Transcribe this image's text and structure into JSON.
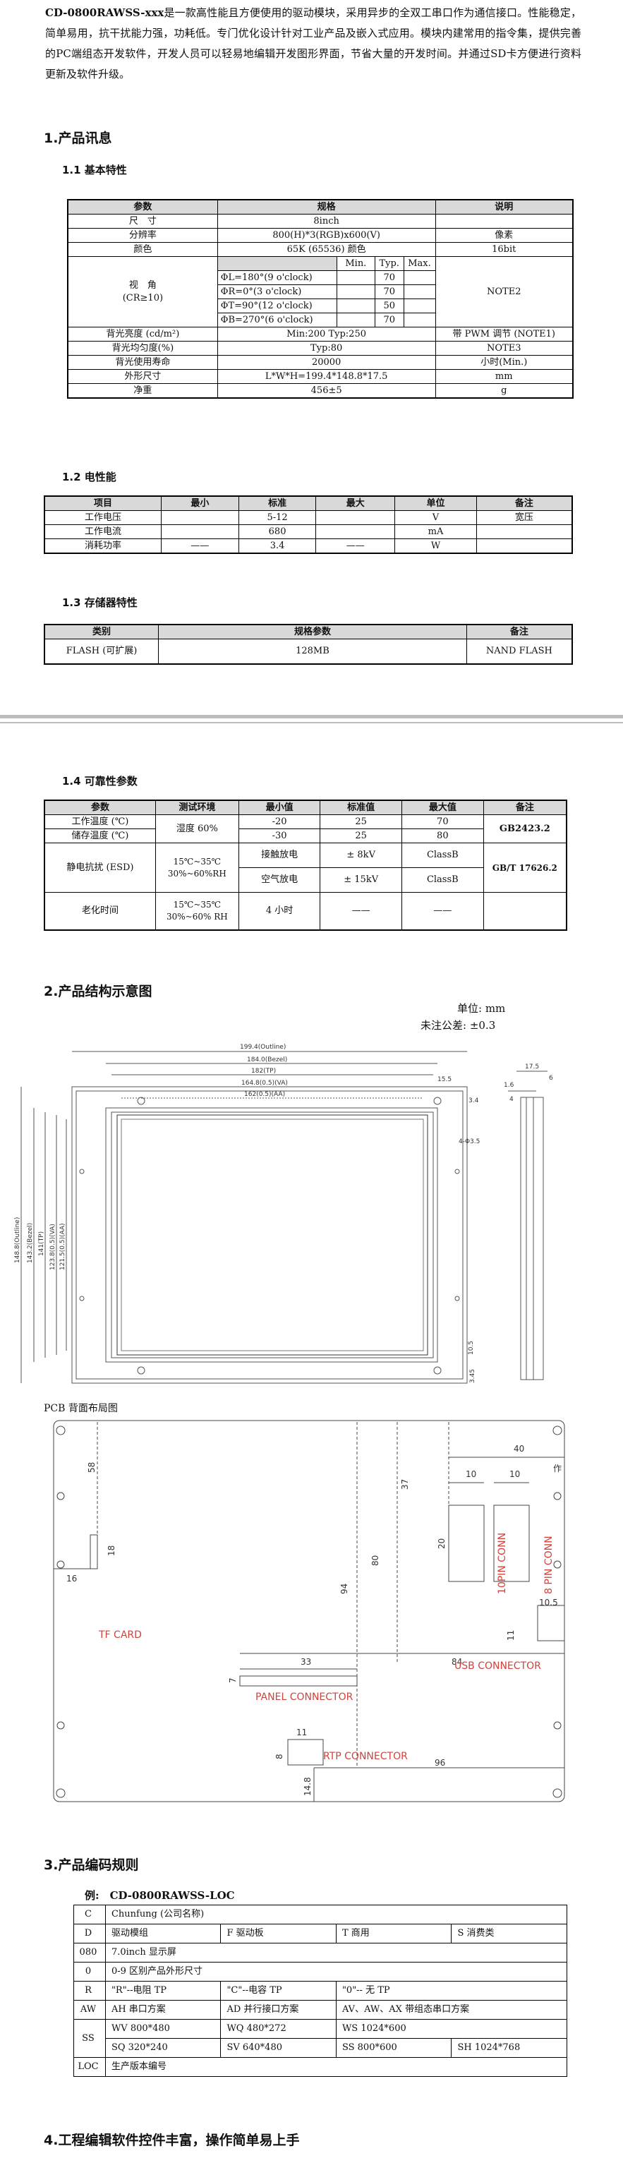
{
  "intro": {
    "model": "CD-0800RAWSS-xxx",
    "text": "是一款高性能且方便使用的驱动模块，采用异步的全双工串口作为通信接口。性能稳定，简单易用，抗干扰能力强，功耗低。专门优化设计针对工业产品及嵌入式应用。模块内建常用的指令集，提供完善的PC端组态开发软件，开发人员可以轻易地编辑开发图形界面，节省大量的开发时间。并通过SD卡方便进行资料更新及软件升级。"
  },
  "sections": {
    "s1": "1.产品讯息",
    "s1_1": "1.1 基本特性",
    "s1_2": "1.2 电性能",
    "s1_3": "1.3 存储器特性",
    "s1_4": "1.4 可靠性参数",
    "s2": "2.产品结构示意图",
    "s3": "3.产品编码规则",
    "s4": "4.工程编辑软件控件丰富，操作简单易上手"
  },
  "basic": {
    "headers": [
      "参数",
      "规格",
      "说明"
    ],
    "rows": [
      {
        "p": "尺　寸",
        "s": "8inch",
        "n": ""
      },
      {
        "p": "分辨率",
        "s": "800(H)*3(RGB)x600(V)",
        "n": "像素"
      },
      {
        "p": "颜色",
        "s": "65K (65536) 颜色",
        "n": "16bit"
      }
    ],
    "view_label": "视　角",
    "view_cond": "(CR≥10)",
    "view_heads": [
      "Min.",
      "Typ.",
      "Max."
    ],
    "view_rows": [
      {
        "a": "ΦL=180°(9 o'clock)",
        "typ": "70"
      },
      {
        "a": "ΦR=0°(3 o'clock)",
        "typ": "70"
      },
      {
        "a": "ΦT=90°(12 o'clock)",
        "typ": "50"
      },
      {
        "a": "ΦB=270°(6 o'clock)",
        "typ": "70"
      }
    ],
    "view_note": "NOTE2",
    "rows2": [
      {
        "p": "背光亮度 (cd/m²)",
        "s": "Min:200   Typ:250",
        "n": "带 PWM 调节 (NOTE1)"
      },
      {
        "p": "背光均匀度(%)",
        "s": "Typ:80",
        "n": "NOTE3"
      },
      {
        "p": "背光使用寿命",
        "s": "20000",
        "n": "小时(Min.)"
      },
      {
        "p": "外形尺寸",
        "s": "L*W*H=199.4*148.8*17.5",
        "n": "mm"
      },
      {
        "p": "净重",
        "s": "456±5",
        "n": "g"
      }
    ]
  },
  "electric": {
    "headers": [
      "项目",
      "最小",
      "标准",
      "最大",
      "单位",
      "备注"
    ],
    "rows": [
      [
        "工作电压",
        "",
        "5-12",
        "",
        "V",
        "宽压"
      ],
      [
        "工作电流",
        "",
        "680",
        "",
        "mA",
        ""
      ],
      [
        "消耗功率",
        "——",
        "3.4",
        "——",
        "W",
        ""
      ]
    ]
  },
  "storage": {
    "headers": [
      "类别",
      "规格参数",
      "备注"
    ],
    "row": [
      "FLASH (可扩展)",
      "128MB",
      "NAND FLASH"
    ]
  },
  "reliability": {
    "headers": [
      "参数",
      "测试环境",
      "最小值",
      "标准值",
      "最大值",
      "备注"
    ],
    "work": [
      "工作温度 (℃)",
      "-20",
      "25",
      "70"
    ],
    "store": [
      "储存温度 (℃)",
      "-30",
      "25",
      "80"
    ],
    "humid": "湿度 60%",
    "gb1": "GB2423.2",
    "esd": "静电抗扰 (ESD)",
    "esd_env1": "15℃~35℃",
    "esd_env2": "30%~60%RH",
    "contact": [
      "接触放电",
      "± 8kV",
      "ClassB"
    ],
    "air": [
      "空气放电",
      "± 15kV",
      "ClassB"
    ],
    "gb2": "GB/T 17626.2",
    "aging": "老化时间",
    "aging_env1": "15℃~35℃",
    "aging_env2": "30%~60% RH",
    "aging_min": "4 小时",
    "dash": "——"
  },
  "structure": {
    "unit": "单位: mm",
    "tolerance": "未注公差: ±0.3",
    "dims_h": [
      "199.4(Outline)",
      "184.0(Bezel)",
      "182(TP)",
      "164.8(0.5)(VA)",
      "162(0.5)(AA)"
    ],
    "dims_v": [
      "148.8(Outline)",
      "143.2(Bezel)",
      "141(TP)",
      "123.8(0.5)(VA)",
      "121.5(0.5)(AA)"
    ],
    "side": [
      "17.5",
      "6",
      "1.6",
      "4",
      "15.5",
      "3.4",
      "4-Φ3.5",
      "10.5",
      "3.45"
    ]
  },
  "pcb": {
    "title": "PCB 背面布局图",
    "labels": {
      "tf": "TF CARD",
      "panel": "PANEL CONNECTOR",
      "rtp": "RTP CONNECTOR",
      "usb": "USB CONNECTOR",
      "c10": "10PIN CONN",
      "c8": "8 PIN CONN"
    },
    "dims": [
      "40",
      "10",
      "10",
      "作",
      "37",
      "20",
      "80",
      "94",
      "58",
      "18",
      "16",
      "33",
      "7",
      "84",
      "11",
      "10.5",
      "11",
      "8",
      "96",
      "14.8"
    ]
  },
  "coding": {
    "example_label": "例:",
    "example": "CD-0800RAWSS-LOC",
    "rows": [
      {
        "k": "C",
        "v": [
          "Chunfung (公司名称)"
        ]
      },
      {
        "k": "D",
        "v": [
          "驱动模组",
          "F 驱动板",
          "T 商用",
          "S 消费类"
        ]
      },
      {
        "k": "080",
        "v": [
          "7.0inch 显示屏"
        ]
      },
      {
        "k": "0",
        "v": [
          "0-9 区别产品外形尺寸"
        ]
      },
      {
        "k": "R",
        "v": [
          "\"R\"--电阻 TP",
          "\"C\"--电容 TP",
          "\"0\"-- 无 TP"
        ]
      },
      {
        "k": "AW",
        "v": [
          "AH 串口方案",
          "AD 并行接口方案",
          "AV、AW、AX 带组态串口方案"
        ]
      },
      {
        "k": "SS",
        "v": [
          "WV 800*480",
          "WQ 480*272",
          "WS 1024*600"
        ]
      },
      {
        "k": "",
        "v": [
          "SQ 320*240",
          "SV 640*480",
          "SS 800*600",
          "SH 1024*768"
        ]
      },
      {
        "k": "LOC",
        "v": [
          "生产版本编号"
        ]
      }
    ]
  }
}
